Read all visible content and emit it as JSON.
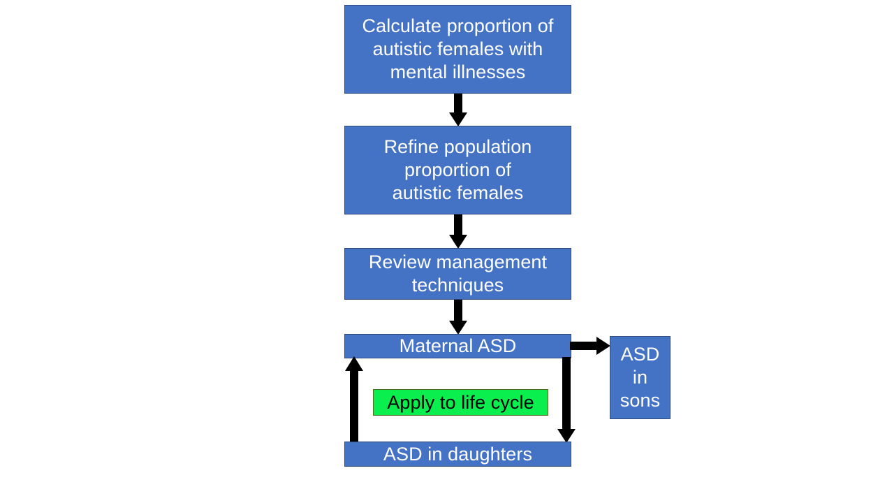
{
  "diagram": {
    "title": "Maternal ASD life cycle flowchart",
    "colors": {
      "node_fill": "#4472C4",
      "node_border": "#2E4A7D",
      "node_text": "#FFFFFF",
      "highlight_fill": "#0BEF4E",
      "highlight_text": "#000000",
      "arrow": "#000000",
      "background": "#FFFFFF"
    },
    "nodes": [
      {
        "id": "calculate-proportion",
        "label": "Calculate proportion of\nautistic females with\nmental illnesses",
        "style": "blue"
      },
      {
        "id": "refine-population",
        "label": "Refine population\nproportion of\nautistic females",
        "style": "blue"
      },
      {
        "id": "review-management",
        "label": "Review management\ntechniques",
        "style": "blue"
      },
      {
        "id": "maternal-asd",
        "label": "Maternal ASD",
        "style": "blue"
      },
      {
        "id": "asd-in-sons",
        "label": "ASD\nin\nsons",
        "style": "blue"
      },
      {
        "id": "asd-in-daughters",
        "label": "ASD in daughters",
        "style": "blue"
      },
      {
        "id": "apply-to-life-cycle",
        "label": "Apply to life cycle",
        "style": "green"
      }
    ],
    "connectors": [
      {
        "id": "calculate-to-refine",
        "from": "calculate-proportion",
        "to": "refine-population",
        "direction": "down"
      },
      {
        "id": "refine-to-review",
        "from": "refine-population",
        "to": "review-management",
        "direction": "down"
      },
      {
        "id": "review-to-maternal",
        "from": "review-management",
        "to": "maternal-asd",
        "direction": "down"
      },
      {
        "id": "maternal-to-sons",
        "from": "maternal-asd",
        "to": "asd-in-sons",
        "direction": "right"
      },
      {
        "id": "maternal-to-daughters",
        "from": "maternal-asd",
        "to": "asd-in-daughters",
        "direction": "down"
      },
      {
        "id": "daughters-to-maternal",
        "from": "asd-in-daughters",
        "to": "maternal-asd",
        "direction": "up"
      }
    ]
  }
}
